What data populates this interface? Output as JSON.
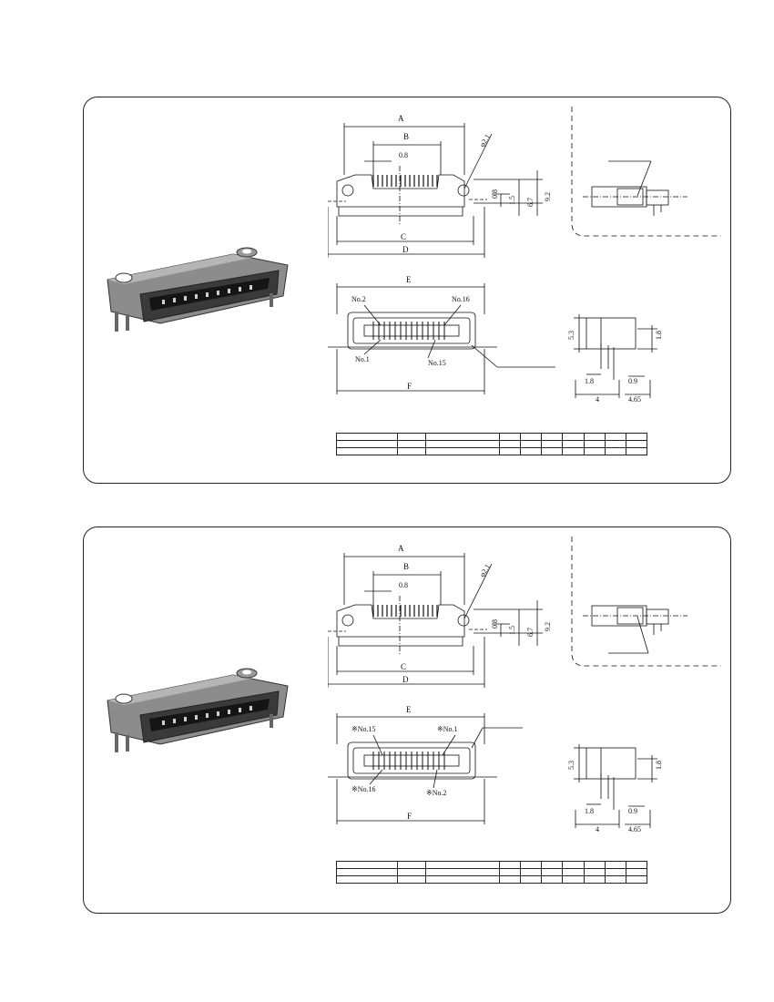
{
  "panels": [
    {
      "labels": {
        "dim_a": "A",
        "dim_b": "B",
        "dim_c": "C",
        "dim_d": "D",
        "dim_e": "E",
        "dim_f": "F",
        "pitch": "0.8",
        "hole_dia": "φ2.1",
        "h_0_8": "0.8",
        "h_1_5": "1.5",
        "h_6_7": "6.7",
        "h_9_2": "9.2",
        "pin_a": "No.2",
        "pin_b": "No.16",
        "pin_c": "No.1",
        "pin_d": "No.15",
        "side_5_3": "5.3",
        "side_1_8a": "1.8",
        "side_1_8b": "1.8",
        "side_0_9": "0.9",
        "side_4": "4",
        "side_4_65": "4.65"
      }
    },
    {
      "labels": {
        "dim_a": "A",
        "dim_b": "B",
        "dim_c": "C",
        "dim_d": "D",
        "dim_e": "E",
        "dim_f": "F",
        "pitch": "0.8",
        "hole_dia": "φ2.1",
        "h_0_8": "0.8",
        "h_1_5": "1.5",
        "h_6_7": "6.7",
        "h_9_2": "9.2",
        "pin_a": "※No.15",
        "pin_b": "※No.1",
        "pin_c": "※No.16",
        "pin_d": "※No.2",
        "side_5_3": "5.3",
        "side_1_8a": "1.8",
        "side_1_8b": "1.8",
        "side_0_9": "0.9",
        "side_4": "4",
        "side_4_65": "4.65"
      }
    }
  ],
  "colors": {
    "line": "#111111",
    "metal": "#7a7a7a",
    "body": "#2a2a2a",
    "panel_border": "#222222"
  }
}
